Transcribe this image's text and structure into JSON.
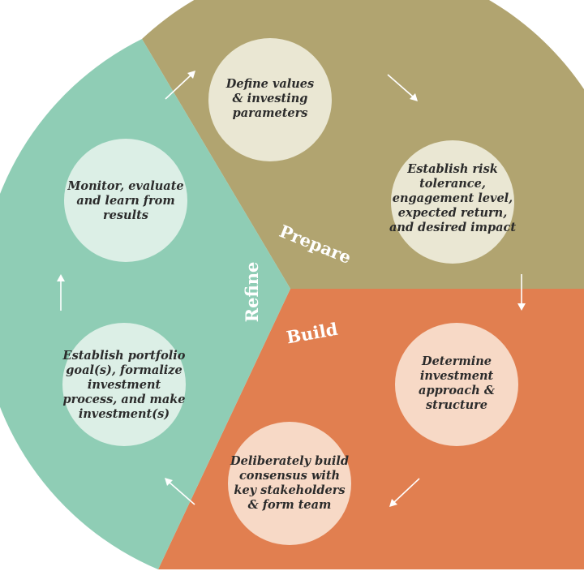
{
  "colors": {
    "prepare": "#b1a470",
    "build": "#e17f50",
    "refine": "#8fcdb5",
    "prepare_circle": "#eae7d3",
    "build_circle": "#f7d9c6",
    "refine_circle": "#dcefe6"
  },
  "sectors": {
    "prepare": "Prepare",
    "build": "Build",
    "refine": "Refine"
  },
  "steps": [
    {
      "id": "define-values",
      "lines": [
        "Define values",
        "& investing",
        "parameters"
      ]
    },
    {
      "id": "establish-risk",
      "lines": [
        "Establish risk",
        "tolerance,",
        "engagement level,",
        "expected return,",
        "and desired impact"
      ]
    },
    {
      "id": "determine-approach",
      "lines": [
        "Determine",
        "investment",
        "approach &",
        "structure"
      ]
    },
    {
      "id": "build-consensus",
      "lines": [
        "Deliberately build",
        "consensus with",
        "key stakeholders",
        "& form team"
      ]
    },
    {
      "id": "establish-portfolio",
      "lines": [
        "Establish portfolio",
        "goal(s), formalize",
        "investment",
        "process, and make",
        "investment(s)"
      ]
    },
    {
      "id": "monitor-evaluate",
      "lines": [
        "Monitor, evaluate",
        "and learn from",
        "results"
      ]
    }
  ]
}
